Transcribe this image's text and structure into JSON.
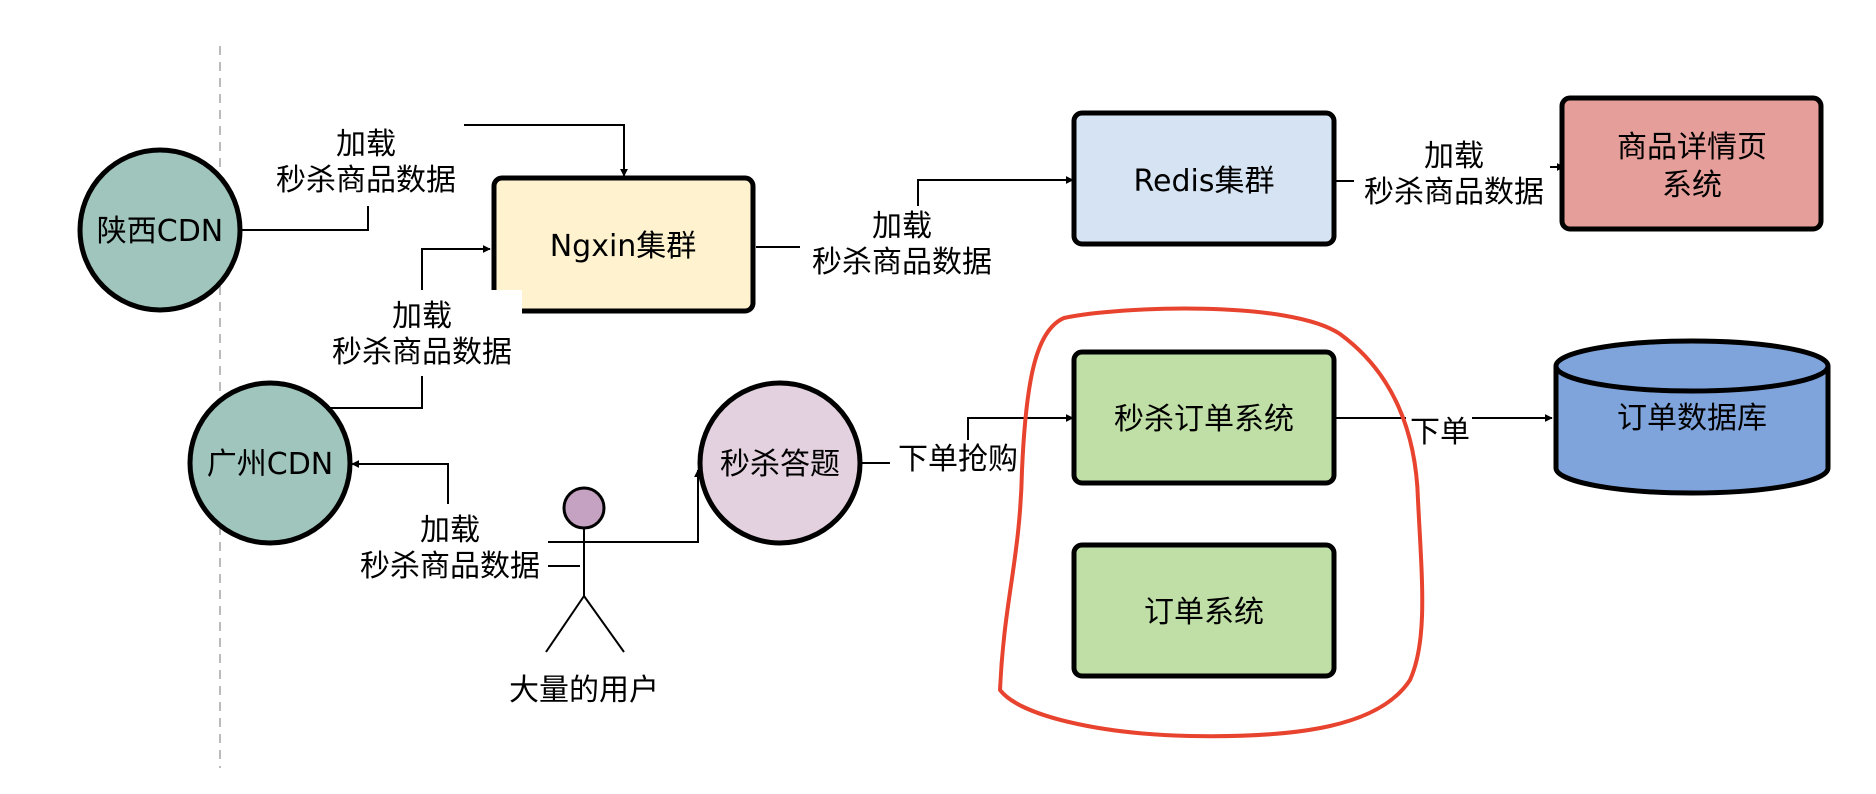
{
  "nodes": {
    "shaanxi_cdn": "陕西CDN",
    "guangzhou_cdn": "广州CDN",
    "nginx": "Ngxin集群",
    "redis": "Redis集群",
    "product_detail": [
      "商品详情页",
      "系统"
    ],
    "quiz": "秒杀答题",
    "seckill_order": "秒杀订单系统",
    "order_system": "订单系统",
    "order_db": "订单数据库",
    "users": "大量的用户"
  },
  "edges": {
    "shaanxi_to_nginx": [
      "加载",
      "秒杀商品数据"
    ],
    "guangzhou_to_nginx": [
      "加载",
      "秒杀商品数据"
    ],
    "users_to_guangzhou": [
      "加载",
      "秒杀商品数据"
    ],
    "nginx_to_redis": [
      "加载",
      "秒杀商品数据"
    ],
    "redis_to_detail": [
      "加载",
      "秒杀商品数据"
    ],
    "quiz_to_seckill": "下单抢购",
    "seckill_to_db": "下单"
  },
  "colors": {
    "cdn": "#9fc5bd",
    "nginx": "#fff3cf",
    "redis": "#d6e3f3",
    "product_detail": "#e59e9a",
    "quiz": "#e3d1df",
    "order": "#c0dfa6",
    "db": "#7fa3db",
    "user_head": "#c6a2c2",
    "highlight": "#e8432e",
    "divider": "#bbbbbb"
  }
}
